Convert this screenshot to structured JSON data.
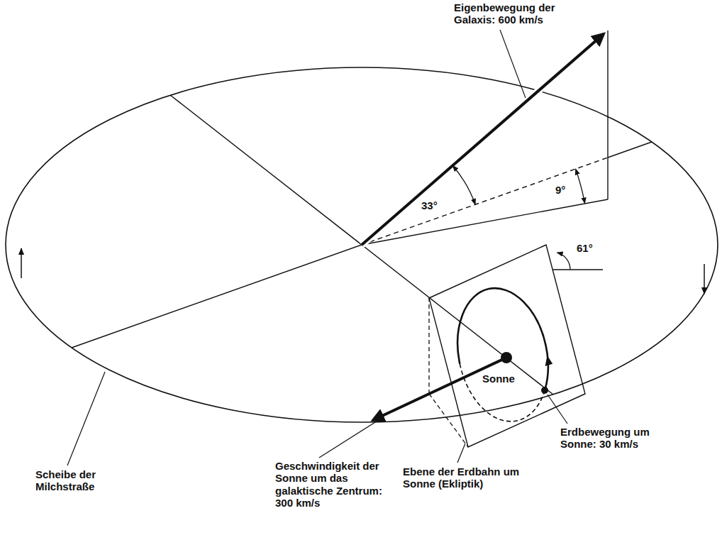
{
  "diagram": {
    "labels": [
      "Eigenbewegung der Galaxis: 600 km/s",
      "33°",
      "9°",
      "61°",
      "Sonne",
      "Scheibe der Milchstraße",
      "Geschwindigkeit der Sonne um das galaktische Zentrum: 300 km/s",
      "Ebene der Erdbahn um Sonne (Ekliptik)",
      "Erdbewegung um Sonne: 30 km/s"
    ]
  }
}
